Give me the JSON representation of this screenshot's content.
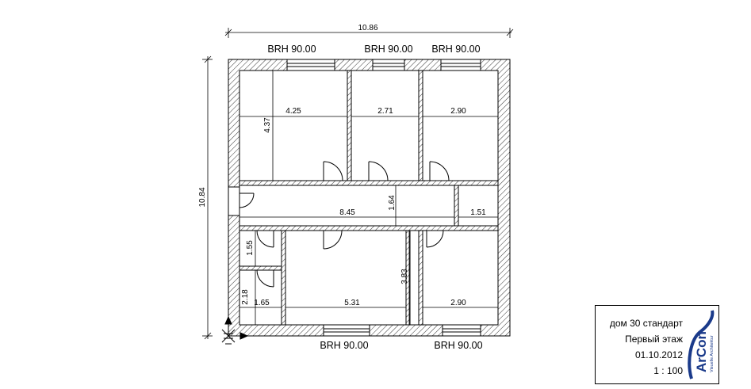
{
  "overall": {
    "width_label": "10.86",
    "height_label": "10.84"
  },
  "windows": {
    "top": [
      "BRH 90.00",
      "BRH 90.00",
      "BRH 90.00"
    ],
    "bottom": [
      "BRH 90.00",
      "BRH 90.00"
    ]
  },
  "rooms": {
    "room1_width": "4.25",
    "room1_depth": "4.37",
    "room2_width": "2.71",
    "room3_width": "2.90",
    "corridor_length": "8.45",
    "corridor_width": "1.64",
    "small_room_width": "1.51",
    "wc_height": "1.55",
    "bath_height": "2.18",
    "bath_width": "1.65",
    "living_width": "5.31",
    "living_depth": "3.83",
    "bedroom_width": "2.90"
  },
  "title_block": {
    "project": "дом 30 стандарт",
    "floor": "Первый этаж",
    "date": "01.10.2012",
    "scale": "1 : 100",
    "logo_text": "ArCon",
    "logo_subtext": "Visuelle Architektur"
  }
}
